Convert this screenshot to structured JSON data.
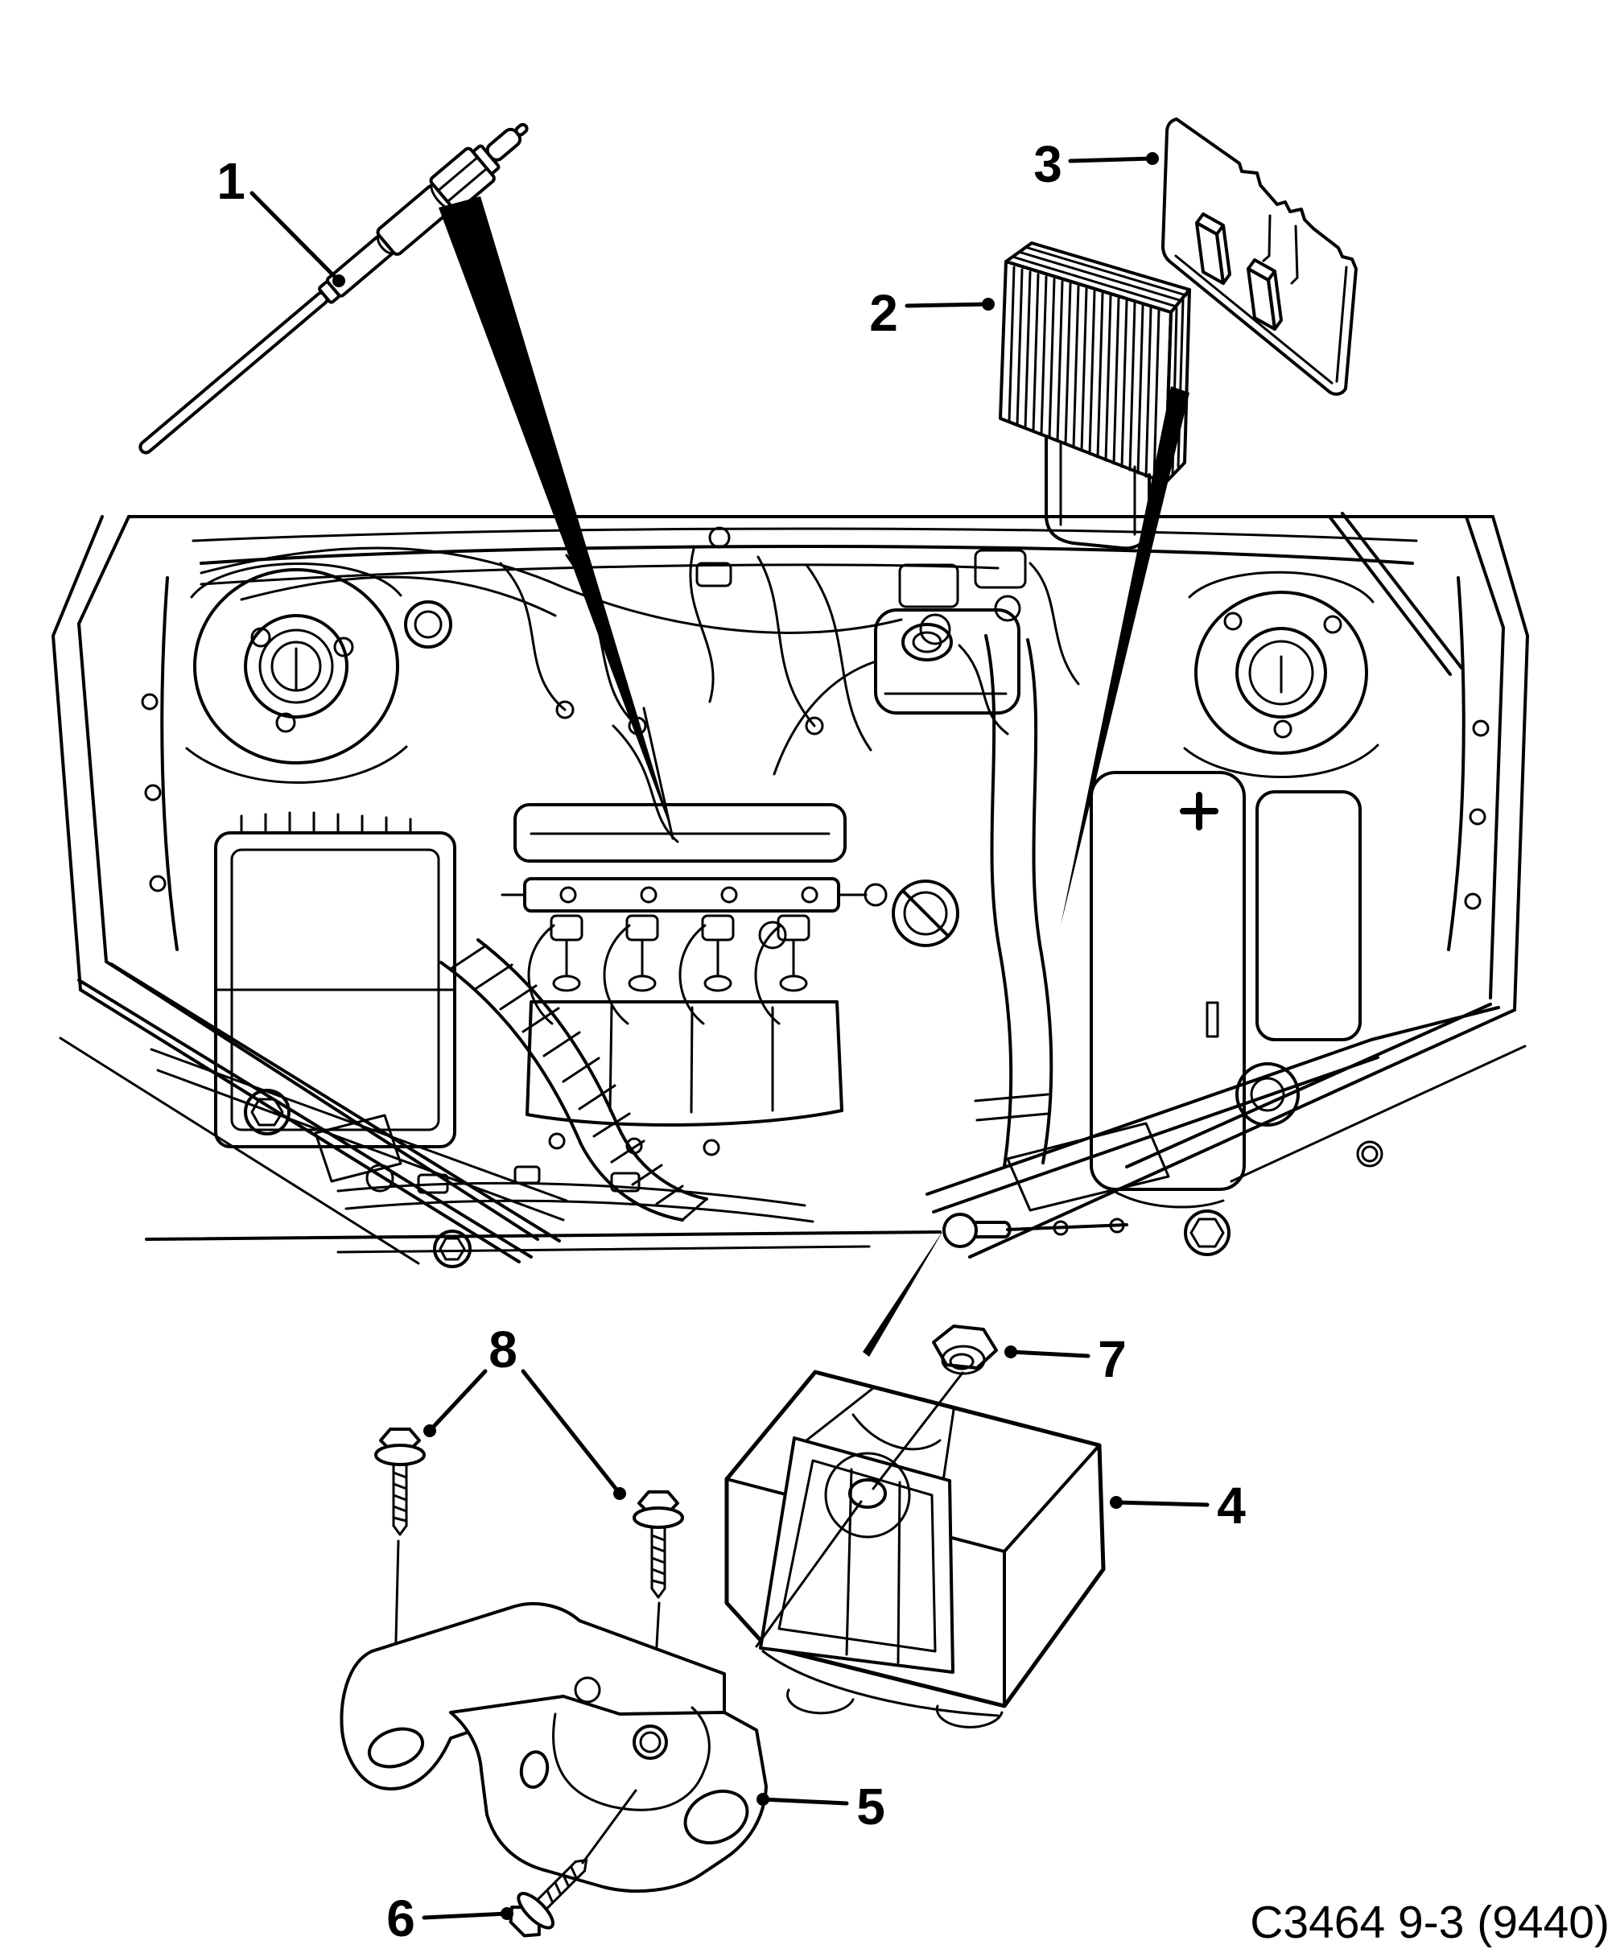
{
  "figure": {
    "kind": "exploded-parts-line-diagram",
    "caption": "C3464 9-3 (9440)",
    "colors": {
      "line": "#000000",
      "background": "#ffffff"
    },
    "callouts": [
      {
        "label": "1"
      },
      {
        "label": "2"
      },
      {
        "label": "3"
      },
      {
        "label": "4"
      },
      {
        "label": "5"
      },
      {
        "label": "6"
      },
      {
        "label": "7"
      },
      {
        "label": "8"
      }
    ]
  }
}
